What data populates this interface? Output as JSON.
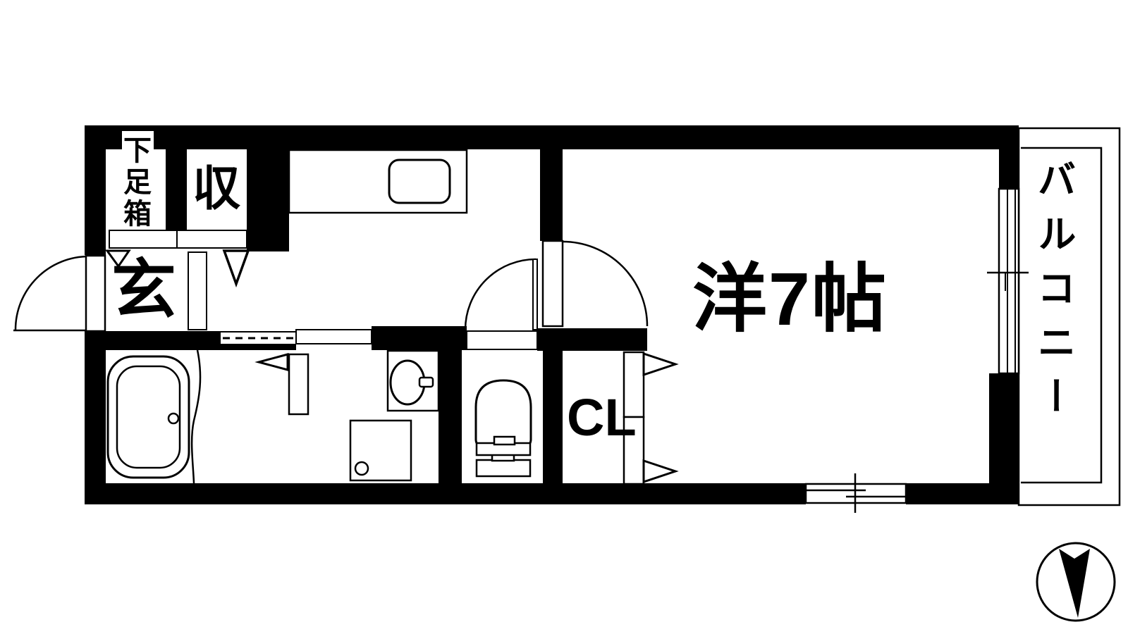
{
  "title": "1K apartment floor plan",
  "colors": {
    "wall": "#000000",
    "background": "#ffffff",
    "line": "#000000"
  },
  "labels": {
    "shoe_box": "下足箱",
    "storage": "収",
    "entrance": "玄",
    "western_room": "洋7帖",
    "closet": "CL",
    "balcony": "バルコニー"
  },
  "fixtures": [
    "kitchen-counter",
    "kitchen-sink",
    "bathtub",
    "washbasin",
    "washing-machine-pan",
    "toilet",
    "sliding-window",
    "north-arrow-compass"
  ]
}
